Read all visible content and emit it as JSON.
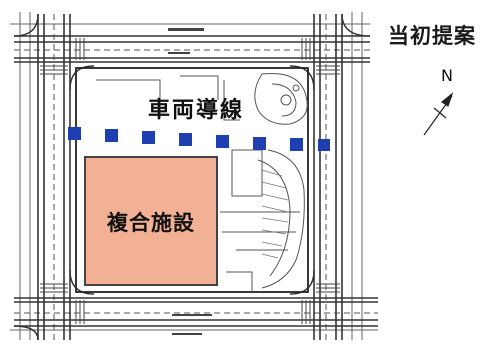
{
  "title": "当初提案",
  "route_label": "車両導線",
  "complex_label": "複合施設",
  "north_label": "N",
  "colors": {
    "complex_fill": "#f2b194",
    "route_dash": "#1f3fb0",
    "plan_line": "#555555"
  },
  "icons": [
    "north-arrow-icon"
  ]
}
